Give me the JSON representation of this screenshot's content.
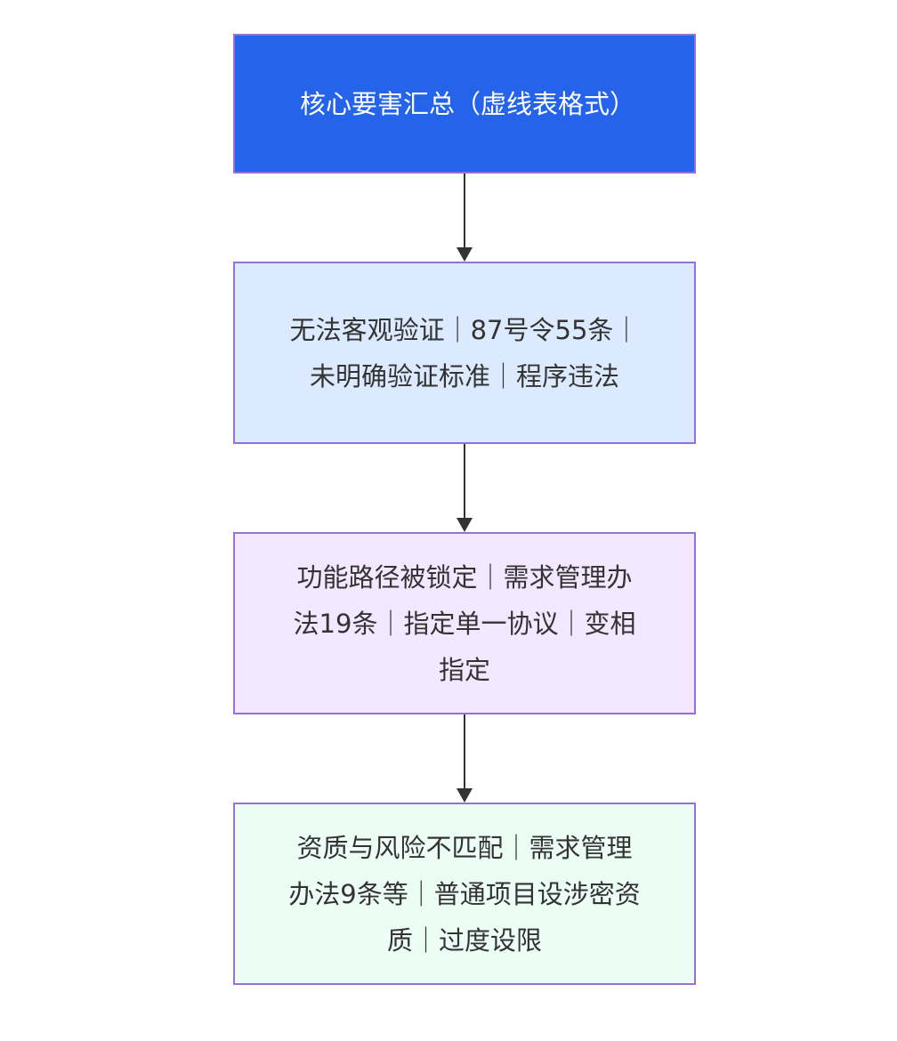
{
  "nodes": [
    {
      "id": "summary",
      "text": "核心要害汇总（虚线表格式）",
      "color": "#2563EB"
    },
    {
      "id": "verify",
      "text": "无法客观验证｜87号令55条｜未明确验证标准｜程序违法",
      "color": "#DBEAFE"
    },
    {
      "id": "path",
      "text": "功能路径被锁定｜需求管理办法19条｜指定单一协议｜变相指定",
      "color": "#F3E8FF"
    },
    {
      "id": "qual",
      "text": "资质与风险不匹配｜需求管理办法9条等｜普通项目设涉密资质｜过度设限",
      "color": "#ECFDF5"
    }
  ],
  "edges": [
    {
      "from": "summary",
      "to": "verify"
    },
    {
      "from": "verify",
      "to": "path"
    },
    {
      "from": "path",
      "to": "qual"
    }
  ],
  "colors": {
    "border": "#9370DB",
    "arrow": "#333333"
  }
}
